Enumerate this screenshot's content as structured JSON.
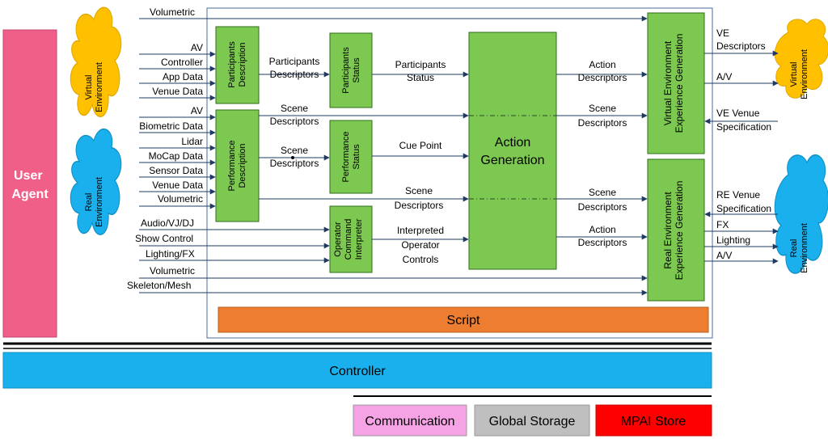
{
  "user_agent": "User Agent",
  "envs": {
    "virtual": "Virtual Environment",
    "real": "Real Environment"
  },
  "blocks": {
    "participants_description": "Participants Description",
    "performance_description": "Performance Description",
    "participants_status": "Participants Status",
    "performance_status": "Performance Status",
    "operator_command_interpreter": "Operator Command Interpreter",
    "action_generation": "Action Generation",
    "ve_generation": "Virtual Environment Experience Generation",
    "re_generation": "Real Environment Experience Generation",
    "script": "Script",
    "controller": "Controller"
  },
  "inputs": {
    "volumetric_top": "Volumetric",
    "av1": "AV",
    "controller": "Controller",
    "app_data": "App Data",
    "venue_data1": "Venue Data",
    "av2": "AV",
    "biometric": "Biometric Data",
    "lidar": "Lidar",
    "mocap": "MoCap Data",
    "sensor": "Sensor Data",
    "venue_data2": "Venue Data",
    "volumetric2": "Volumetric",
    "audio": "Audio/VJ/DJ",
    "show_control": "Show Control",
    "lighting_fx": "Lighting/FX",
    "volumetric3": "Volumetric",
    "skeleton": "Skeleton/Mesh"
  },
  "flows": {
    "participants_descriptors": "Participants Descriptors",
    "participants_status": "Participants Status",
    "scene_descriptors": "Scene Descriptors",
    "cue_point": "Cue Point",
    "interpreted_controls": "Interpreted Operator Controls",
    "action_descriptors": "Action Descriptors"
  },
  "outputs": {
    "ve_descriptors": "VE Descriptors",
    "av": "A/V",
    "ve_venue_spec": "VE Venue Specification",
    "re_venue_spec": "RE Venue Specification",
    "fx": "FX",
    "lighting": "Lighting",
    "av2": "A/V"
  },
  "bottom_bar": {
    "communication": "Communication",
    "global_storage": "Global Storage",
    "mpai_store": "MPAI Store"
  },
  "colors": {
    "user_agent": "#ef5f88",
    "cloud_virtual": "#ffc000",
    "cloud_real": "#1ab0ee",
    "green_block": "#7cc850",
    "script": "#ed7d31",
    "controller": "#1ab0ee",
    "communication": "#f6a3e6",
    "global_storage": "#bfbfbf",
    "mpai_store": "#ff0000"
  }
}
